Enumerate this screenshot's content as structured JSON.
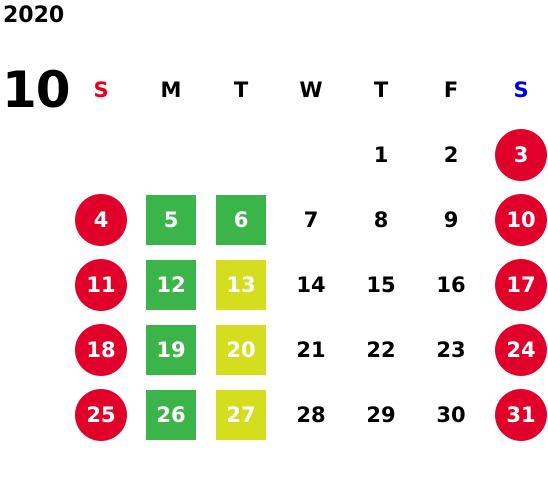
{
  "year": "2020",
  "month": "10",
  "colors": {
    "sunday_header": "#e8001c",
    "saturday_header": "#0000e0",
    "holiday_circle": "#e0002a",
    "green_square": "#3bb54a",
    "yellow_square": "#d4de1e"
  },
  "weekdays": [
    {
      "label": "S",
      "kind": "sun"
    },
    {
      "label": "M",
      "kind": "weekday"
    },
    {
      "label": "T",
      "kind": "weekday"
    },
    {
      "label": "W",
      "kind": "weekday"
    },
    {
      "label": "T",
      "kind": "weekday"
    },
    {
      "label": "F",
      "kind": "weekday"
    },
    {
      "label": "S",
      "kind": "sat"
    }
  ],
  "weeks": [
    [
      null,
      null,
      null,
      null,
      {
        "day": "1",
        "mark": "none"
      },
      {
        "day": "2",
        "mark": "none"
      },
      {
        "day": "3",
        "mark": "red-circle"
      }
    ],
    [
      {
        "day": "4",
        "mark": "red-circle"
      },
      {
        "day": "5",
        "mark": "green-square"
      },
      {
        "day": "6",
        "mark": "green-square"
      },
      {
        "day": "7",
        "mark": "none"
      },
      {
        "day": "8",
        "mark": "none"
      },
      {
        "day": "9",
        "mark": "none"
      },
      {
        "day": "10",
        "mark": "red-circle"
      }
    ],
    [
      {
        "day": "11",
        "mark": "red-circle"
      },
      {
        "day": "12",
        "mark": "green-square"
      },
      {
        "day": "13",
        "mark": "yellow-square"
      },
      {
        "day": "14",
        "mark": "none"
      },
      {
        "day": "15",
        "mark": "none"
      },
      {
        "day": "16",
        "mark": "none"
      },
      {
        "day": "17",
        "mark": "red-circle"
      }
    ],
    [
      {
        "day": "18",
        "mark": "red-circle"
      },
      {
        "day": "19",
        "mark": "green-square"
      },
      {
        "day": "20",
        "mark": "yellow-square"
      },
      {
        "day": "21",
        "mark": "none"
      },
      {
        "day": "22",
        "mark": "none"
      },
      {
        "day": "23",
        "mark": "none"
      },
      {
        "day": "24",
        "mark": "red-circle"
      }
    ],
    [
      {
        "day": "25",
        "mark": "red-circle"
      },
      {
        "day": "26",
        "mark": "green-square"
      },
      {
        "day": "27",
        "mark": "yellow-square"
      },
      {
        "day": "28",
        "mark": "none"
      },
      {
        "day": "29",
        "mark": "none"
      },
      {
        "day": "30",
        "mark": "none"
      },
      {
        "day": "31",
        "mark": "red-circle"
      }
    ]
  ]
}
